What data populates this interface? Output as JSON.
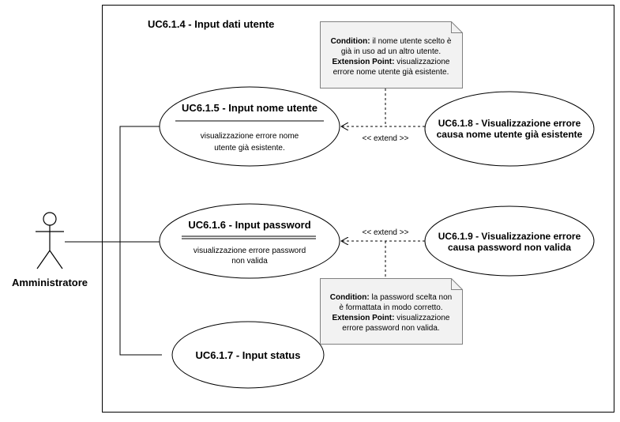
{
  "system": {
    "title": "UC6.1.4 - Input dati utente"
  },
  "actor": {
    "name": "Amministratore"
  },
  "use_cases": {
    "uc615": {
      "title": "UC6.1.5 - Input nome utente",
      "ext_line1": "visualizzazione errore nome",
      "ext_line2": "utente già esistente."
    },
    "uc616": {
      "title": "UC6.1.6 - Input password",
      "ext_line1": "visualizzazione errore password",
      "ext_line2": "non valida"
    },
    "uc617": {
      "title": "UC6.1.7 - Input status"
    },
    "uc618": {
      "line1": "UC6.1.8 - Visualizzazione errore",
      "line2": "causa nome utente già esistente"
    },
    "uc619": {
      "line1": "UC6.1.9 - Visualizzazione errore",
      "line2": "causa password non valida"
    }
  },
  "relations": {
    "extend_top": "<< extend >>",
    "extend_bottom": "<< extend >>"
  },
  "notes": {
    "top": {
      "condition_label": "Condition:",
      "condition_l1": " il nome utente scelto è",
      "condition_l2": "già in uso ad un altro utente.",
      "ext_label": "Extension Point:",
      "ext_l1": " visualizzazione",
      "ext_l2": "errore nome utente già esistente."
    },
    "bottom": {
      "condition_label": "Condition:",
      "condition_l1": " la password scelta non",
      "condition_l2": "è formattata in modo corretto.",
      "ext_label": "Extension Point:",
      "ext_l1": " visualizzazione",
      "ext_l2": "errore password non valida."
    }
  },
  "colors": {
    "line": "#000000",
    "note_fill": "#f2f2f2",
    "note_stroke": "#808080"
  }
}
